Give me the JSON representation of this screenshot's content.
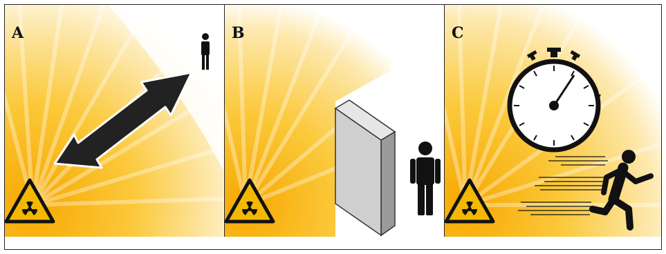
{
  "panels": [
    {
      "id": "A",
      "label": "A",
      "concept": "distance"
    },
    {
      "id": "B",
      "label": "B",
      "concept": "shielding"
    },
    {
      "id": "C",
      "label": "C",
      "concept": "time"
    }
  ],
  "colors": {
    "glow": "#f7b500",
    "glow_light": "#fde7a6",
    "warning_fill": "#f5b800",
    "outline": "#111111",
    "arrow": "#222222",
    "shield": "#cfcfcf"
  },
  "icons": [
    "radiation-warning-icon",
    "person-icon",
    "double-arrow-icon",
    "shield-wall-icon",
    "stopwatch-icon",
    "running-person-icon"
  ]
}
